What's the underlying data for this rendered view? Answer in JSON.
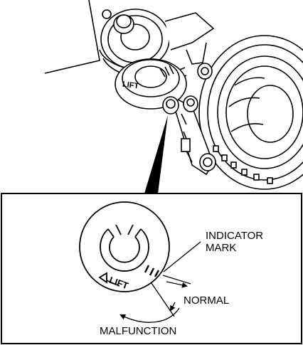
{
  "labels": {
    "indicator_line1": "INDICATOR",
    "indicator_line2": "MARK",
    "normal": "NORMAL",
    "malfunction": "MALFUNCTION"
  },
  "tensioner": {
    "engraving": "LIFT"
  },
  "colors": {
    "ink": "#000000",
    "paper": "#ffffff"
  }
}
